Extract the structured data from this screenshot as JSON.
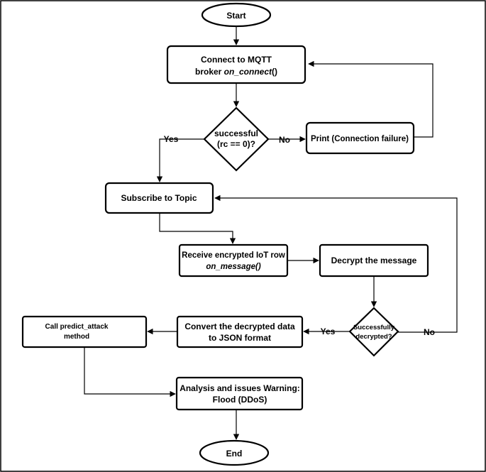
{
  "nodes": {
    "start": "Start",
    "connect_line1": "Connect to MQTT",
    "connect_line2_prefix": "broker ",
    "connect_line2_func": "on_connect",
    "connect_line2_suffix": "()",
    "successful_line1": "successful",
    "successful_line2": "(rc == 0)?",
    "print_failure": "Print (Connection failure)",
    "subscribe": "Subscribe to Topic",
    "receive_line1": "Receive encrypted IoT row",
    "receive_line2": "on_message()",
    "decrypt": "Decrypt the message",
    "decrypted_line1": "Successfully",
    "decrypted_line2": "decrypted?",
    "convert_line1": "Convert the decrypted data",
    "convert_line2": "to JSON format",
    "predict_line1": "Call predict_attack",
    "predict_line2": "method",
    "analysis_line1": "Analysis and issues Warning:",
    "analysis_line2": "Flood (DDoS)",
    "end": "End"
  },
  "edges": {
    "yes_1": "Yes",
    "no_1": "No",
    "yes_2": "Yes",
    "no_2": "No"
  }
}
